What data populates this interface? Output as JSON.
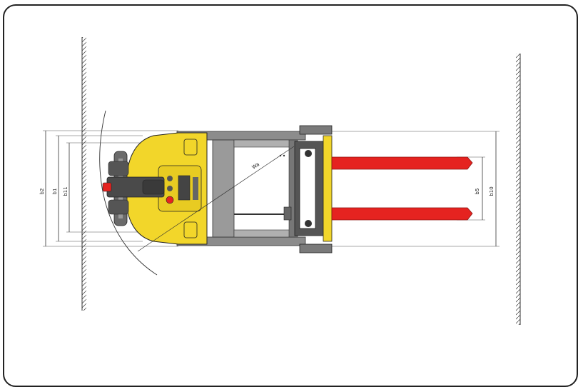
{
  "diagram": {
    "labels": {
      "b2": "b2",
      "b1": "b1",
      "b11": "b11",
      "b5": "b5",
      "b10": "b10",
      "wa": "Wa"
    },
    "colors": {
      "body_yellow": "#f2d62a",
      "fork_red": "#e52320",
      "frame_gray": "#8c8c8c",
      "dark_gray": "#4a4a4a",
      "outline": "#222222"
    }
  }
}
